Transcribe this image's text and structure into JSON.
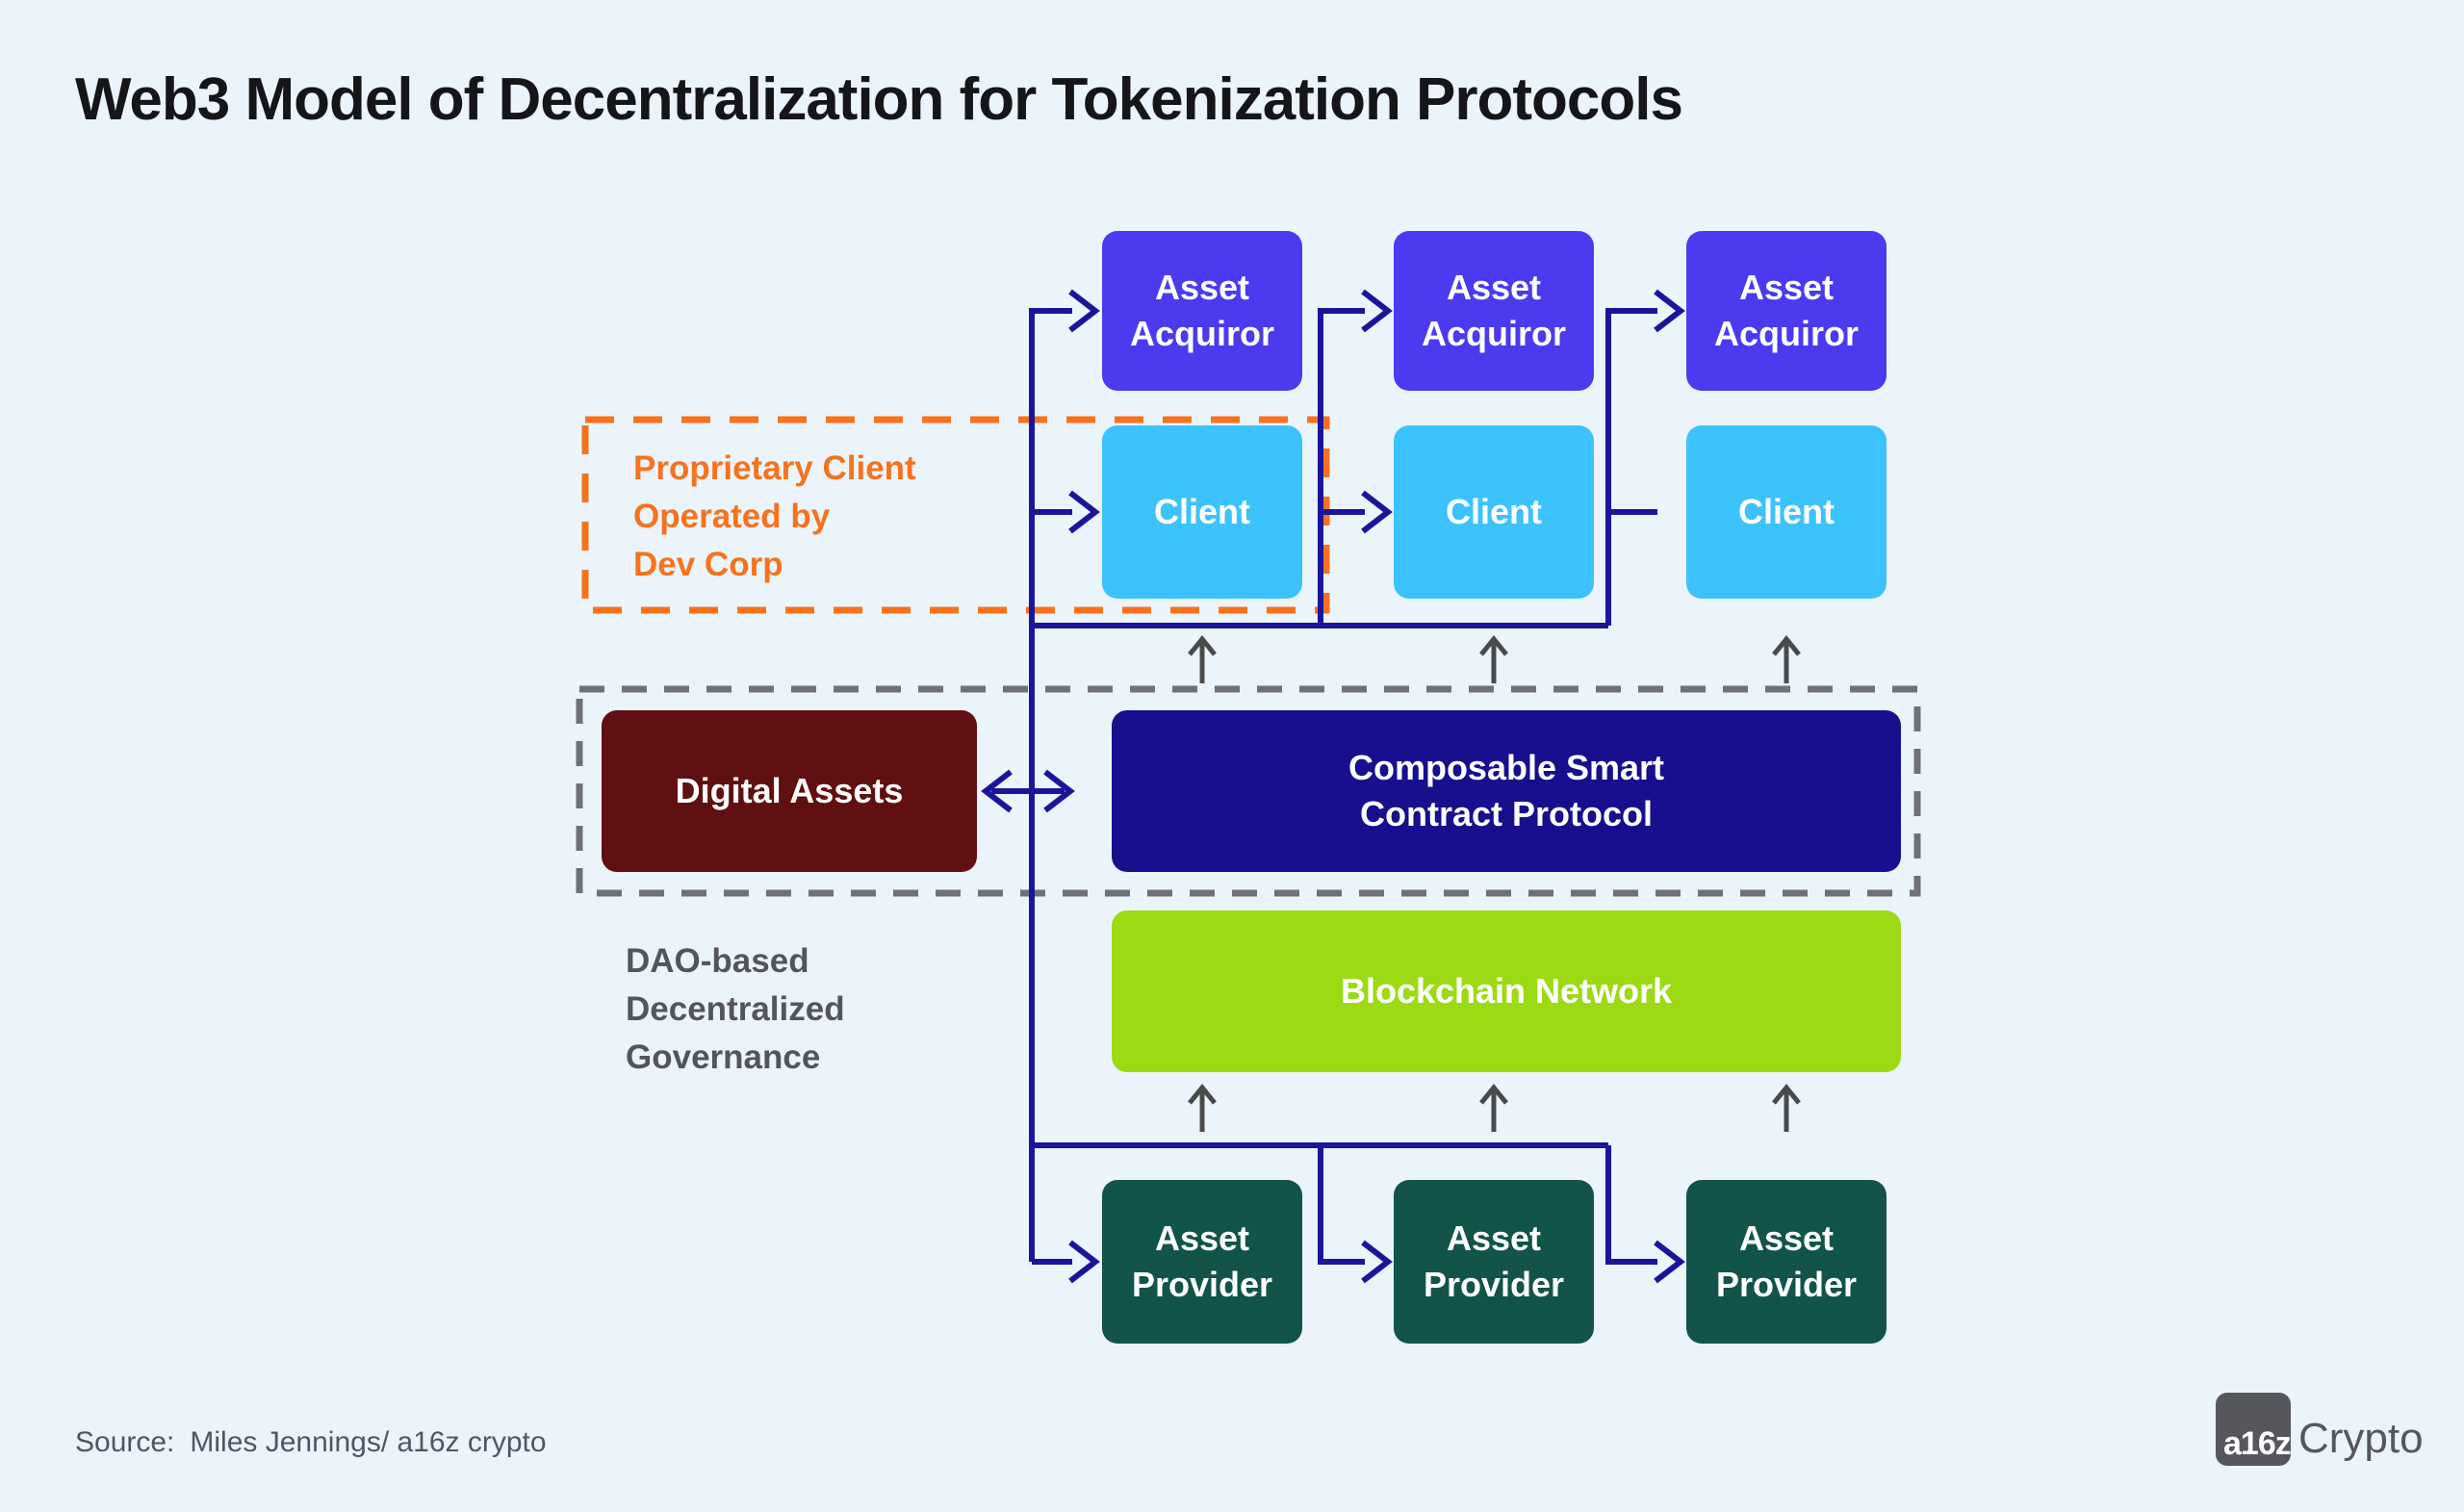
{
  "title": "Web3 Model of Decentralization for Tokenization Protocols",
  "colors": {
    "background": "#ECF4FB",
    "acquiror_fill": "#4C3AF0",
    "client_fill": "#3CC3FE",
    "provider_fill": "#13544A",
    "digital_assets_fill": "#601010",
    "protocol_fill": "#170F8E",
    "blockchain_fill": "#9CDB14",
    "connector_navy": "#1B159C",
    "arrow_gray": "#4A4A4A",
    "note_orange": "#F8721D",
    "dashed_border_gray": "#6E7277",
    "note_gray_text": "#54555B",
    "title_text": "#15161A"
  },
  "nodes": {
    "acquirors": [
      {
        "label": "Asset Acquiror"
      },
      {
        "label": "Asset Acquiror"
      },
      {
        "label": "Asset Acquiror"
      }
    ],
    "clients": [
      {
        "label": "Client"
      },
      {
        "label": "Client"
      },
      {
        "label": "Client"
      }
    ],
    "providers": [
      {
        "label": "Asset Provider"
      },
      {
        "label": "Asset Provider"
      },
      {
        "label": "Asset Provider"
      }
    ],
    "digital_assets": {
      "label": "Digital Assets"
    },
    "protocol": {
      "line1": "Composable Smart",
      "line2": "Contract Protocol"
    },
    "blockchain": {
      "label": "Blockchain Network"
    }
  },
  "annotations": {
    "proprietary": {
      "line1": "Proprietary Client",
      "line2": "Operated by",
      "line3": "Dev Corp"
    },
    "dao": {
      "line1": "DAO-based",
      "line2": "Decentralized",
      "line3": "Governance"
    }
  },
  "footer": {
    "source_label": "Source:",
    "source_value": "Miles Jennings/ a16z crypto",
    "logo_mark": "a16z",
    "logo_text": "Crypto"
  }
}
